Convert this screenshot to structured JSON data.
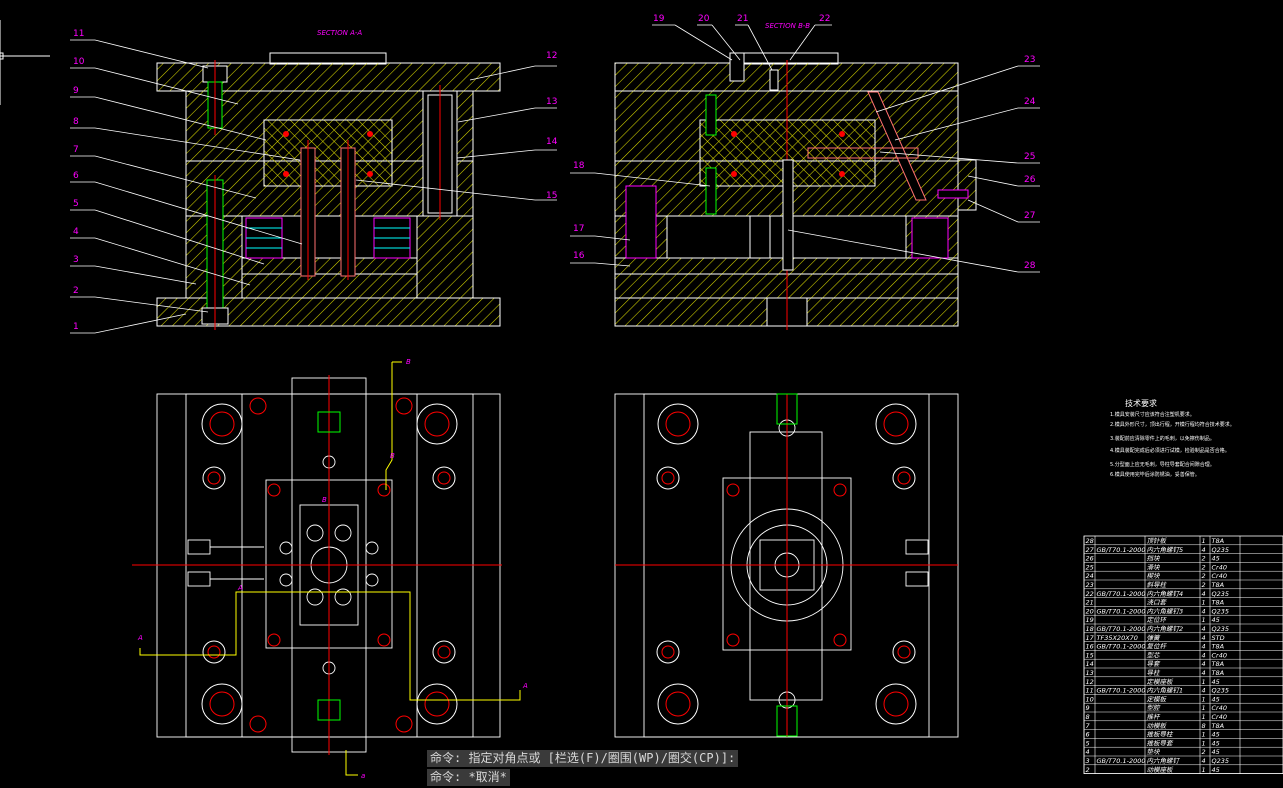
{
  "views": {
    "section_a_title": "SECTION A-A",
    "section_b_title": "SECTION B-B",
    "left_callouts": [
      "11",
      "10",
      "9",
      "8",
      "7",
      "6",
      "5",
      "4",
      "3",
      "2",
      "1"
    ],
    "top_callouts": [
      "19",
      "20",
      "21",
      "22"
    ],
    "right_callouts": [
      "12",
      "13",
      "14",
      "15"
    ],
    "right2_callouts": [
      "23",
      "24",
      "25",
      "26",
      "27",
      "28"
    ],
    "left2_callouts": [
      "18",
      "17",
      "16"
    ],
    "plan_markers": {
      "B_top": "B",
      "B_mid": "B",
      "B_small": "B",
      "A_left": "A",
      "A_right": "A",
      "A_small": "A",
      "a_bottom": "a"
    }
  },
  "tech_requirements": {
    "title": "技术要求",
    "lines": [
      "1.模具安装尺寸应该符合注塑机要求。",
      "2.模具外形尺寸，顶出行程，开模行程均符合技术要求。",
      "3.装配前应清除零件上的毛刺，以免擦伤制品。",
      "4.模具装配完成后必须进行试模，检验制品是否合格。",
      "5.分型面上应无毛刺，导柱导套配合间隙合理。",
      "6.模具使用完毕后涂防锈油，妥善保管。"
    ]
  },
  "bom": {
    "rows": [
      {
        "no": "28",
        "std": "",
        "name": "顶针板",
        "qty": "1",
        "mat": "T8A"
      },
      {
        "no": "27",
        "std": "GB/T70.1-2000",
        "name": "内六角螺钉5",
        "qty": "4",
        "mat": "Q235"
      },
      {
        "no": "26",
        "std": "",
        "name": "挡块",
        "qty": "2",
        "mat": "45"
      },
      {
        "no": "25",
        "std": "",
        "name": "滑块",
        "qty": "2",
        "mat": "Cr40"
      },
      {
        "no": "24",
        "std": "",
        "name": "楔块",
        "qty": "2",
        "mat": "Cr40"
      },
      {
        "no": "23",
        "std": "",
        "name": "斜导柱",
        "qty": "2",
        "mat": "T8A"
      },
      {
        "no": "22",
        "std": "GB/T70.1-2000",
        "name": "内六角螺钉4",
        "qty": "4",
        "mat": "Q235"
      },
      {
        "no": "21",
        "std": "",
        "name": "浇口套",
        "qty": "1",
        "mat": "T8A"
      },
      {
        "no": "20",
        "std": "GB/T70.1-2000",
        "name": "内六角螺钉3",
        "qty": "4",
        "mat": "Q235"
      },
      {
        "no": "19",
        "std": "",
        "name": "定位环",
        "qty": "1",
        "mat": "45"
      },
      {
        "no": "18",
        "std": "GB/T70.1-2000",
        "name": "内六角螺钉2",
        "qty": "4",
        "mat": "Q235"
      },
      {
        "no": "17",
        "std": "TF35X20X70",
        "name": "弹簧",
        "qty": "4",
        "mat": "STD"
      },
      {
        "no": "16",
        "std": "GB/T70.1-2000",
        "name": "复位杆",
        "qty": "4",
        "mat": "T8A"
      },
      {
        "no": "15",
        "std": "",
        "name": "型芯",
        "qty": "4",
        "mat": "Cr40"
      },
      {
        "no": "14",
        "std": "",
        "name": "导套",
        "qty": "4",
        "mat": "T8A"
      },
      {
        "no": "13",
        "std": "",
        "name": "导柱",
        "qty": "4",
        "mat": "T8A"
      },
      {
        "no": "12",
        "std": "",
        "name": "定模座板",
        "qty": "1",
        "mat": "45"
      },
      {
        "no": "11",
        "std": "GB/T70.1-2000",
        "name": "内六角螺钉1",
        "qty": "4",
        "mat": "Q235"
      },
      {
        "no": "10",
        "std": "",
        "name": "定模板",
        "qty": "1",
        "mat": "45"
      },
      {
        "no": "9",
        "std": "",
        "name": "型腔",
        "qty": "1",
        "mat": "Cr40"
      },
      {
        "no": "8",
        "std": "",
        "name": "推杆",
        "qty": "1",
        "mat": "Cr40"
      },
      {
        "no": "7",
        "std": "",
        "name": "动模板",
        "qty": "8",
        "mat": "T8A"
      },
      {
        "no": "6",
        "std": "",
        "name": "推板导柱",
        "qty": "1",
        "mat": "45"
      },
      {
        "no": "5",
        "std": "",
        "name": "推板导套",
        "qty": "1",
        "mat": "45"
      },
      {
        "no": "4",
        "std": "",
        "name": "垫块",
        "qty": "2",
        "mat": "45"
      },
      {
        "no": "3",
        "std": "GB/T70.1-2000",
        "name": "内六角螺钉",
        "qty": "4",
        "mat": "Q235"
      },
      {
        "no": "2",
        "std": "",
        "name": "动模座板",
        "qty": "1",
        "mat": "45"
      }
    ]
  },
  "command": {
    "line1": "命令: 指定对角点或 [栏选(F)/圈围(WP)/圈交(CP)]:",
    "line2": "命令: *取消*"
  },
  "colors": {
    "outline": "#ffffff",
    "hatch": "#ffff00",
    "label": "#ff00ff",
    "center": "#ff0000",
    "green": "#00ff00",
    "cyan": "#00ffff"
  }
}
